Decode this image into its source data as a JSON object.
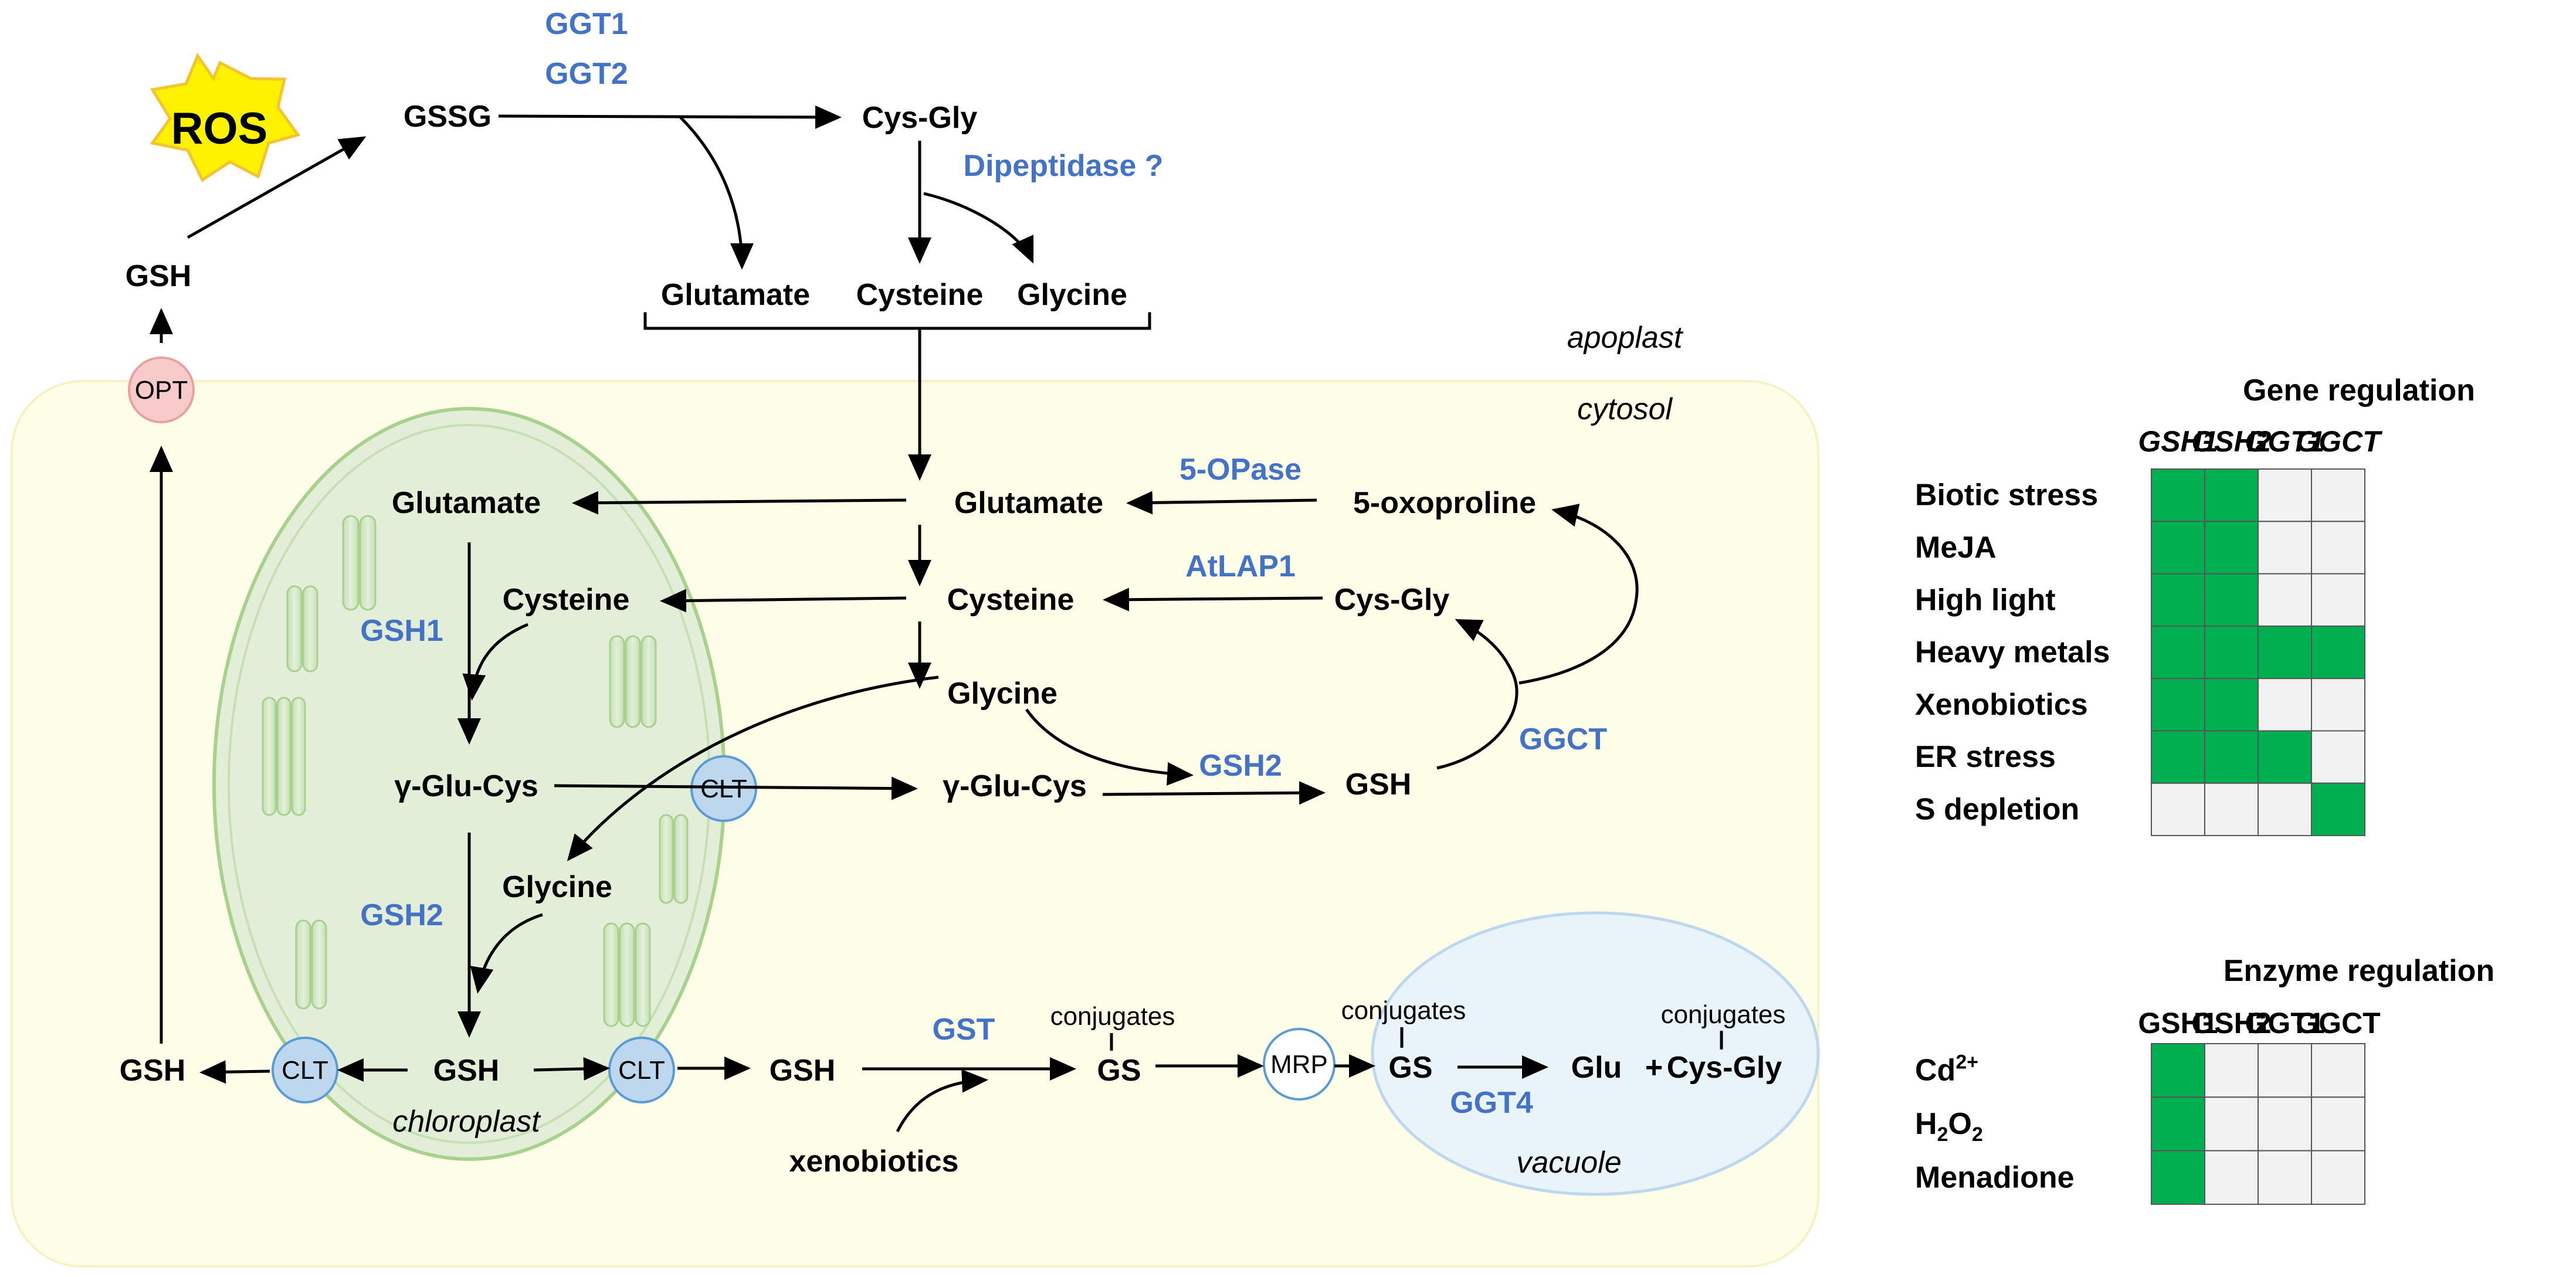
{
  "ros": "ROS",
  "metabolites": {
    "gssg": "GSSG",
    "cys_gly_top": "Cys-Gly",
    "gsh_top": "GSH",
    "glutamate_top": "Glutamate",
    "cysteine_top": "Cysteine",
    "glycine_top": "Glycine",
    "glutamate_cyt": "Glutamate",
    "cysteine_cyt": "Cysteine",
    "glycine_cyt": "Glycine",
    "oxoproline": "5-oxoproline",
    "cys_gly_cyt": "Cys-Gly",
    "gluCys_cyt": "γ-Glu-Cys",
    "gsh_cyt": "GSH",
    "glutamate_chl": "Glutamate",
    "cysteine_chl": "Cysteine",
    "gluCys_chl": "γ-Glu-Cys",
    "glycine_chl": "Glycine",
    "gsh_chl": "GSH",
    "gsh_left": "GSH",
    "gsh_right": "GSH",
    "xenobiotics": "xenobiotics",
    "conjugates1": "conjugates",
    "gs1": "GS",
    "conjugates2": "conjugates",
    "gs2": "GS",
    "glu": "Glu",
    "plus": "+",
    "conjugates3": "conjugates",
    "cys_gly_vac": "Cys-Gly"
  },
  "enzymes": {
    "ggt1": "GGT1",
    "ggt2": "GGT2",
    "dipeptidase": "Dipeptidase ?",
    "opase": "5-OPase",
    "atlap1": "AtLAP1",
    "gsh1": "GSH1",
    "gsh2_chl": "GSH2",
    "gsh2_cyt": "GSH2",
    "ggct": "GGCT",
    "gst": "GST",
    "ggt4": "GGT4"
  },
  "transporters": {
    "opt": "OPT",
    "clt1": "CLT",
    "clt2": "CLT",
    "clt3": "CLT",
    "mrp": "MRP"
  },
  "compartments": {
    "apoplast": "apoplast",
    "cytosol": "cytosol",
    "chloroplast": "chloroplast",
    "vacuole": "vacuole"
  },
  "colors": {
    "enzyme": "#4472C4",
    "on": "#00B050",
    "off": "#F2F2F2",
    "cytosol": "#FEFDE8",
    "chloroplast": "#E2EED8",
    "vacuole": "#E8F3FA",
    "transporter": "#BDD7EE",
    "opt": "#F8CBCB"
  },
  "gene_regulation": {
    "title": "Gene regulation",
    "columns": [
      "GSH1",
      "GSH2",
      "GGT1",
      "GGCT"
    ],
    "rows": [
      {
        "label": "Biotic stress",
        "on": [
          true,
          true,
          false,
          false
        ]
      },
      {
        "label": "MeJA",
        "on": [
          true,
          true,
          false,
          false
        ]
      },
      {
        "label": "High light",
        "on": [
          true,
          true,
          false,
          false
        ]
      },
      {
        "label": "Heavy metals",
        "on": [
          true,
          true,
          true,
          true
        ]
      },
      {
        "label": "Xenobiotics",
        "on": [
          true,
          true,
          false,
          false
        ]
      },
      {
        "label": "ER stress",
        "on": [
          true,
          true,
          true,
          false
        ]
      },
      {
        "label": "S depletion",
        "on": [
          false,
          false,
          false,
          true
        ]
      }
    ]
  },
  "enzyme_regulation": {
    "title": "Enzyme regulation",
    "columns": [
      "GSH1",
      "GSH2",
      "GGT1",
      "GGCT"
    ],
    "rows": [
      {
        "base": "Cd",
        "sub": "",
        "sup": "2+",
        "label": "Cd2+",
        "on": [
          true,
          false,
          false,
          false
        ]
      },
      {
        "base": "H",
        "sub": "2",
        "mid": "O",
        "sub2": "2",
        "label": "H2O2",
        "on": [
          true,
          false,
          false,
          false
        ]
      },
      {
        "base": "Menadione",
        "label": "Menadione",
        "on": [
          true,
          false,
          false,
          false
        ]
      }
    ]
  }
}
